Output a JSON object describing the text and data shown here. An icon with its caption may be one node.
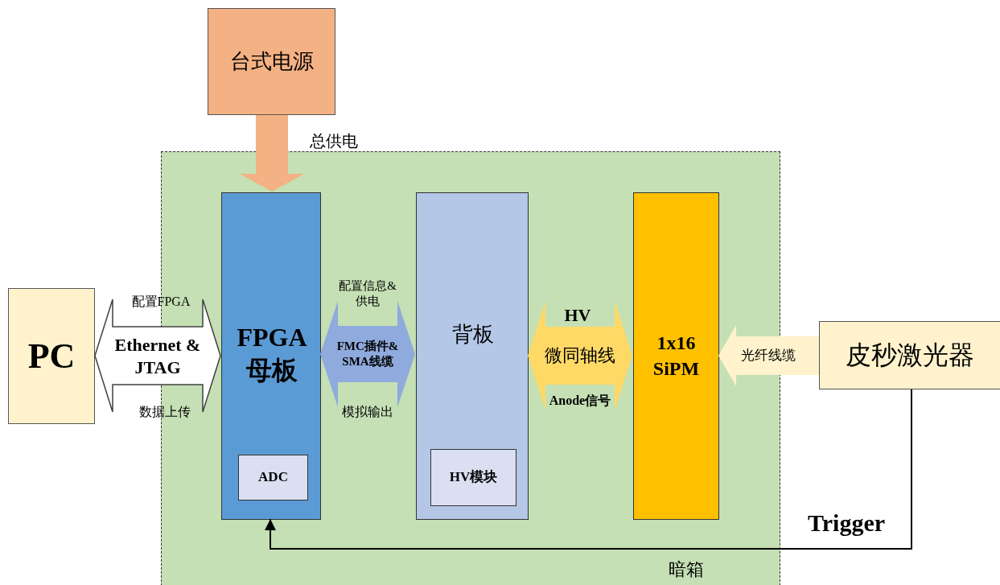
{
  "diagram": {
    "nodes": [
      {
        "text": [
          "台式电源"
        ]
      },
      {
        "text": [
          "暗箱"
        ]
      },
      {
        "text": [
          "FPGA 母板"
        ],
        "in": 1
      },
      {
        "text": [
          "ADC"
        ],
        "in": 2
      },
      {
        "text": [
          "背板"
        ],
        "in": 1
      },
      {
        "text": [
          "HV模块"
        ],
        "in": 4
      },
      {
        "text": [
          "1x16 SiPM"
        ],
        "in": 1
      },
      {
        "text": [
          "PC"
        ]
      },
      {
        "text": [
          "皮秒激光器"
        ]
      }
    ],
    "edges": [
      {
        "from": 0,
        "to": 2,
        "arrow": "to",
        "style": "thick",
        "color": "#f4b183"
      },
      {
        "from": 7,
        "to": 2,
        "arrow": "both",
        "label": "Ethernet & JTAG",
        "style": "thick",
        "color": "#ffffff"
      },
      {
        "from": 2,
        "to": 4,
        "arrow": "both",
        "label": "FMC插件& SMA线缆",
        "style": "thick",
        "color": "#8faadc"
      },
      {
        "from": 4,
        "to": 6,
        "arrow": "both",
        "label": "微同轴线",
        "style": "thick",
        "color": "#ffd966"
      },
      {
        "from": 8,
        "to": 6,
        "arrow": "to",
        "label": "光纤线缆",
        "style": "thick",
        "color": "#fff2cc"
      },
      {
        "from": 8,
        "to": 2,
        "arrow": "to",
        "label": "Trigger"
      }
    ],
    "labels": [
      "总供电",
      "配置FPGA",
      "配置信息& 供电",
      "HV",
      "数据上传",
      "模拟输出",
      "Anode信号"
    ]
  }
}
